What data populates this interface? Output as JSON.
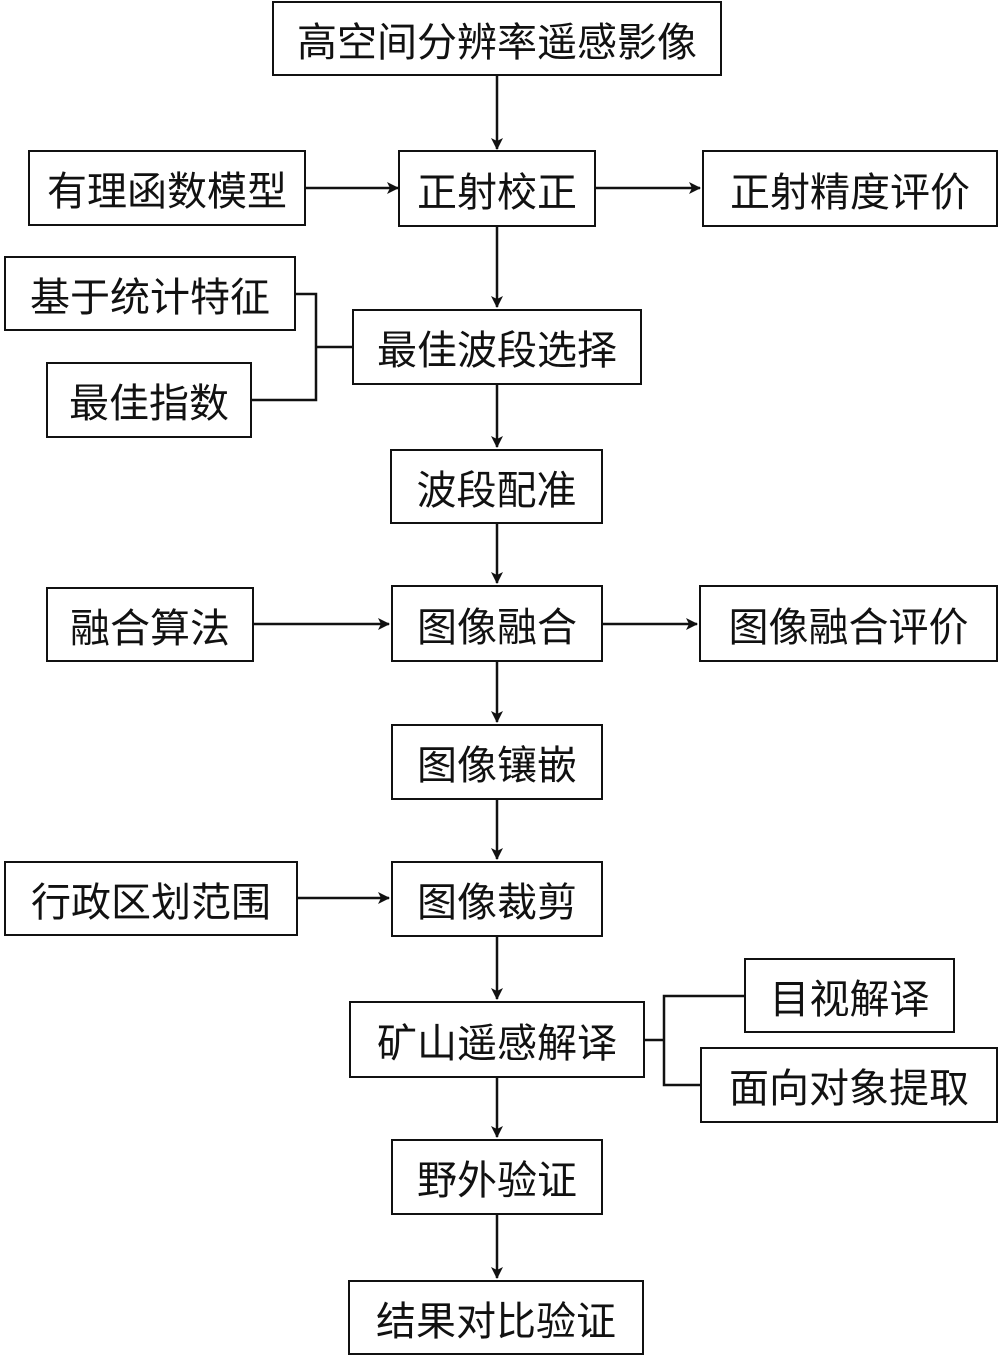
{
  "nodes": {
    "source_image": "高空间分辨率遥感影像",
    "rational_function_model": "有理函数模型",
    "ortho_correction": "正射校正",
    "ortho_accuracy_eval": "正射精度评价",
    "statistical_features": "基于统计特征",
    "optimal_index": "最佳指数",
    "band_selection": "最佳波段选择",
    "band_registration": "波段配准",
    "fusion_algorithm": "融合算法",
    "image_fusion": "图像融合",
    "fusion_eval": "图像融合评价",
    "image_mosaic": "图像镶嵌",
    "admin_boundary": "行政区划范围",
    "image_clipping": "图像裁剪",
    "mine_interpretation": "矿山遥感解译",
    "visual_interpretation": "目视解译",
    "object_oriented_extraction": "面向对象提取",
    "field_verification": "野外验证",
    "result_comparison": "结果对比验证"
  },
  "edges": [
    {
      "from": "source_image",
      "to": "ortho_correction"
    },
    {
      "from": "rational_function_model",
      "to": "ortho_correction"
    },
    {
      "from": "ortho_correction",
      "to": "ortho_accuracy_eval"
    },
    {
      "from": "ortho_correction",
      "to": "band_selection"
    },
    {
      "from": "statistical_features",
      "to": "band_selection"
    },
    {
      "from": "optimal_index",
      "to": "band_selection"
    },
    {
      "from": "band_selection",
      "to": "band_registration"
    },
    {
      "from": "band_registration",
      "to": "image_fusion"
    },
    {
      "from": "fusion_algorithm",
      "to": "image_fusion"
    },
    {
      "from": "image_fusion",
      "to": "fusion_eval"
    },
    {
      "from": "image_fusion",
      "to": "image_mosaic"
    },
    {
      "from": "image_mosaic",
      "to": "image_clipping"
    },
    {
      "from": "admin_boundary",
      "to": "image_clipping"
    },
    {
      "from": "image_clipping",
      "to": "mine_interpretation"
    },
    {
      "from": "mine_interpretation",
      "to": "visual_interpretation"
    },
    {
      "from": "mine_interpretation",
      "to": "object_oriented_extraction"
    },
    {
      "from": "mine_interpretation",
      "to": "field_verification"
    },
    {
      "from": "field_verification",
      "to": "result_comparison"
    }
  ]
}
